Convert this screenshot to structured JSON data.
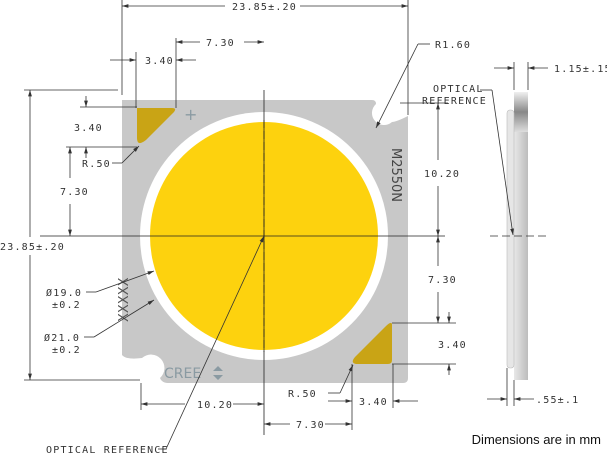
{
  "drawing": {
    "overall_width": "23.85±.20",
    "overall_height": "23.85±.20",
    "top_pad_width": "3.40",
    "top_center_offset": "7.30",
    "corner_radius": "R1.60",
    "left_pad_height": "3.40",
    "pad_radius_top": "R.50",
    "left_center_offset": "7.30",
    "right_upper": "10.20",
    "right_lower": "7.30",
    "right_pad_height": "3.40",
    "bottom_left": "10.20",
    "bottom_center_offset": "7.30",
    "bottom_pad_width": "3.40",
    "pad_radius_bottom": "R.50",
    "led_diameter": "Ø19.0",
    "led_diameter_tol": "±0.2",
    "ring_diameter": "Ø21.0",
    "ring_diameter_tol": "±0.2",
    "optical_ref_bottom": "OPTICAL REFERENCE",
    "optical_ref_side_1": "OPTICAL",
    "optical_ref_side_2": "REFERENCE",
    "side_thickness": "1.15±.15",
    "side_dome": ".55±.1",
    "part_number": "M2550N",
    "batch_code": "XXXXX",
    "brand": "CREE",
    "polarity": "+"
  },
  "footer": {
    "note": "Dimensions are in mm"
  },
  "colors": {
    "substrate": "#c8c8c8",
    "led": "#fdd20e",
    "pad": "#c9a415",
    "ring": "#ffffff"
  }
}
